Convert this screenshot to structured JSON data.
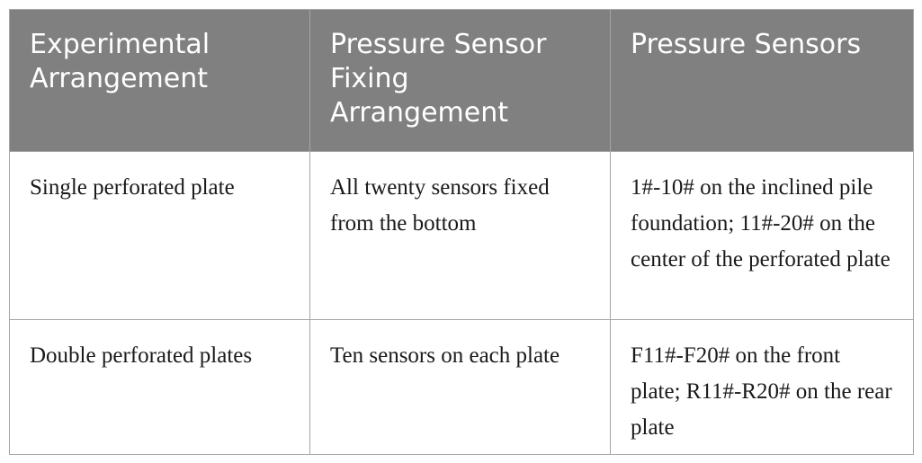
{
  "table": {
    "headers": [
      "Experimental Arrangement",
      "Pressure Sensor Fixing Arrangement",
      "Pressure Sensors"
    ],
    "rows": [
      [
        "Single perforated plate",
        "All twenty sensors fixed from the bottom",
        "1#-10# on the inclined pile foundation; 11#-20# on the center of the perforated plate"
      ],
      [
        "Double perforated plates",
        "Ten sensors on each plate",
        "F11#-F20# on the front plate; R11#-R20# on the rear plate"
      ]
    ]
  }
}
